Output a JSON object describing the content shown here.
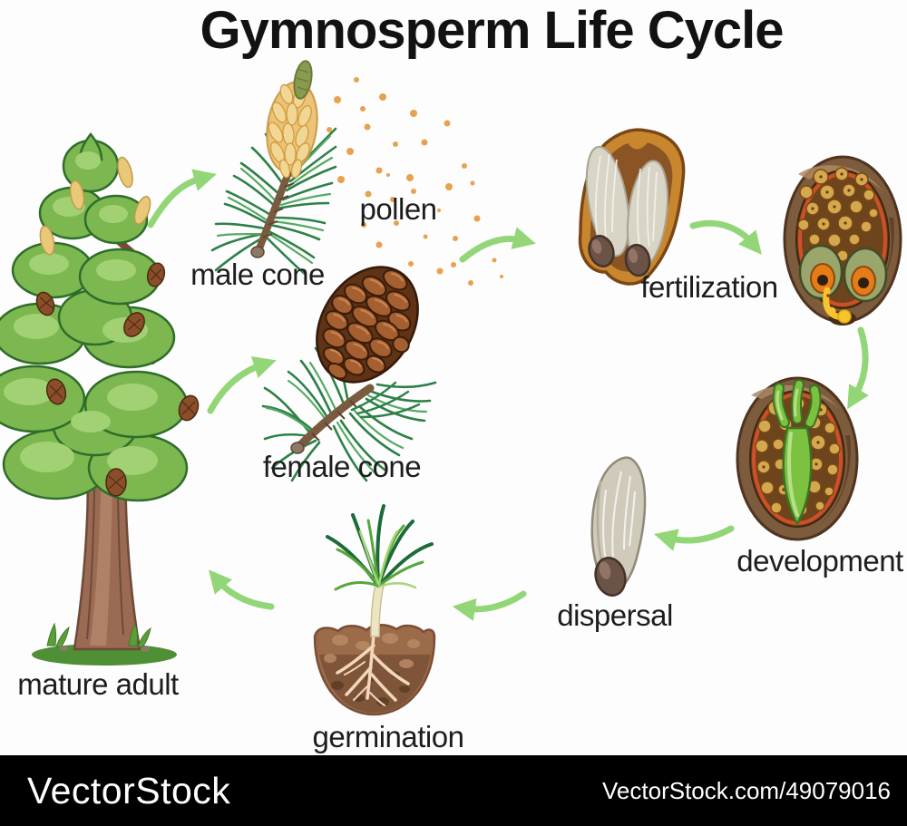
{
  "title": "Gymnosperm Life Cycle",
  "labels": {
    "male_cone": "male cone",
    "pollen": "pollen",
    "fertilization": "fertilization",
    "development": "development",
    "dispersal": "dispersal",
    "germination": "germination",
    "female_cone": "female cone",
    "mature_adult": "mature adult"
  },
  "cycle_order": [
    "mature adult",
    "male cone",
    "pollen",
    "fertilization",
    "development",
    "dispersal",
    "germination",
    "female cone"
  ],
  "watermark": {
    "brand": "VectorStock",
    "credit": "VectorStock.com/49079016"
  },
  "colors": {
    "arrow_green": "#92d677",
    "pollen_orange": "#e8a14e",
    "foliage_green": "#7cb750",
    "foliage_light": "#a2d173",
    "trunk_brown": "#9a6b52",
    "cone_brown": "#a55f30",
    "catkin_yellow": "#ecc377",
    "seed_wing_gray": "#cfcaba",
    "seed_brown": "#6b5348",
    "ovule_ring_red": "#d14f28",
    "cell_tan": "#d4a84e",
    "embryo_green": "#7cc140",
    "soil_brown": "#9c6b4a",
    "text_black": "#1d1d1d",
    "watermark_bg": "#000000",
    "watermark_text": "#ffffff"
  }
}
